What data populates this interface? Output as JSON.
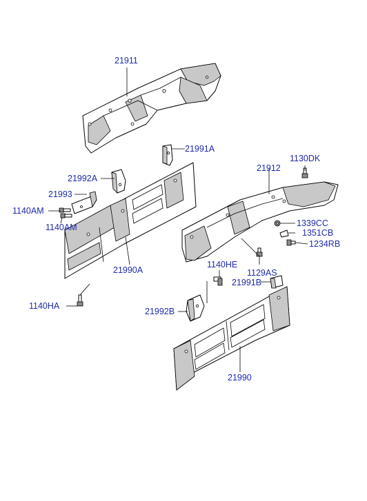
{
  "diagram": {
    "accent_color": "#1e2aa8",
    "labels": {
      "p21911": "21911",
      "p21991A": "21991A",
      "p21992A": "21992A",
      "p21993": "21993",
      "p1140AM_a": "1140AM",
      "p1140AM_b": "1140AM",
      "p21990A": "21990A",
      "p1140HA": "1140HA",
      "p1130DK": "1130DK",
      "p21912": "21912",
      "p1339CC": "1339CC",
      "p1351CB": "1351CB",
      "p1234RB": "1234RB",
      "p1140HE": "1140HE",
      "p1129AS": "1129AS",
      "p21991B": "21991B",
      "p21992B": "21992B",
      "p21990": "21990"
    }
  }
}
